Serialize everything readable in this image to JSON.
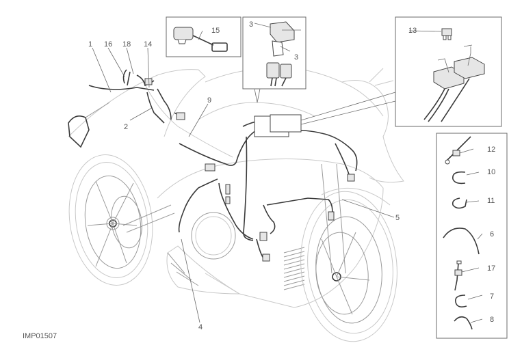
{
  "diagram": {
    "title": "Wiring harness / electrical system exploded view",
    "image_code": "IMP01507",
    "callouts": [
      {
        "id": "c1",
        "label": "1"
      },
      {
        "id": "c16",
        "label": "16"
      },
      {
        "id": "c18",
        "label": "18"
      },
      {
        "id": "c14",
        "label": "14"
      },
      {
        "id": "c2",
        "label": "2"
      },
      {
        "id": "c9",
        "label": "9"
      },
      {
        "id": "c15",
        "label": "15"
      },
      {
        "id": "c3a",
        "label": "3"
      },
      {
        "id": "c3b",
        "label": "3"
      },
      {
        "id": "c13",
        "label": "13"
      },
      {
        "id": "c5",
        "label": "5"
      },
      {
        "id": "c4",
        "label": "4"
      }
    ],
    "inset_boxes": {
      "sensor_inset": {
        "callout": "15",
        "description": "connector with loop cable"
      },
      "relay_inset": {
        "callouts": [
          "3",
          "3"
        ],
        "description": "relay connectors"
      },
      "fuse_inset": {
        "callout": "13",
        "description": "fuse and relays"
      }
    },
    "fasteners_panel": {
      "items": [
        {
          "label": "12",
          "description": "cable tie with mount"
        },
        {
          "label": "10",
          "description": "clip"
        },
        {
          "label": "11",
          "description": "clip"
        },
        {
          "label": "6",
          "description": "corrugated sheath"
        },
        {
          "label": "17",
          "description": "cable tie anchor"
        },
        {
          "label": "7",
          "description": "clip"
        },
        {
          "label": "8",
          "description": "clamp"
        }
      ]
    }
  }
}
